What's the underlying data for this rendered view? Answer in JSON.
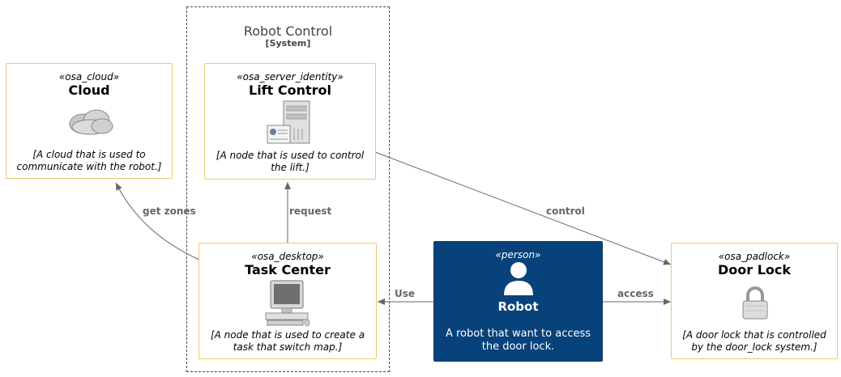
{
  "boundary": {
    "title": "Robot Control",
    "subtitle": "[System]"
  },
  "nodes": {
    "cloud": {
      "stereotype": "«osa_cloud»",
      "name": "Cloud",
      "desc": "[A cloud that is used to communicate with the robot.]",
      "icon": "cloud-icon"
    },
    "lift": {
      "stereotype": "«osa_server_identity»",
      "name": "Lift Control",
      "desc": "[A node that is used to control the lift.]",
      "icon": "server-identity-icon"
    },
    "task": {
      "stereotype": "«osa_desktop»",
      "name": "Task Center",
      "desc": "[A node that is used to create a task that switch map.]",
      "icon": "desktop-icon"
    },
    "door": {
      "stereotype": "«osa_padlock»",
      "name": "Door Lock",
      "desc": "[A door lock that is controlled by the door_lock system.]",
      "icon": "padlock-icon"
    }
  },
  "person": {
    "stereotype": "«person»",
    "name": "Robot",
    "desc": "A robot that want to access the door lock.",
    "icon": "person-icon"
  },
  "edges": {
    "get_zones": "get zones",
    "request": "request",
    "control": "control",
    "use": "Use",
    "access": "access"
  },
  "colors": {
    "person_fill": "#08427b",
    "node_border": "#f0c870",
    "edge": "#666666"
  }
}
